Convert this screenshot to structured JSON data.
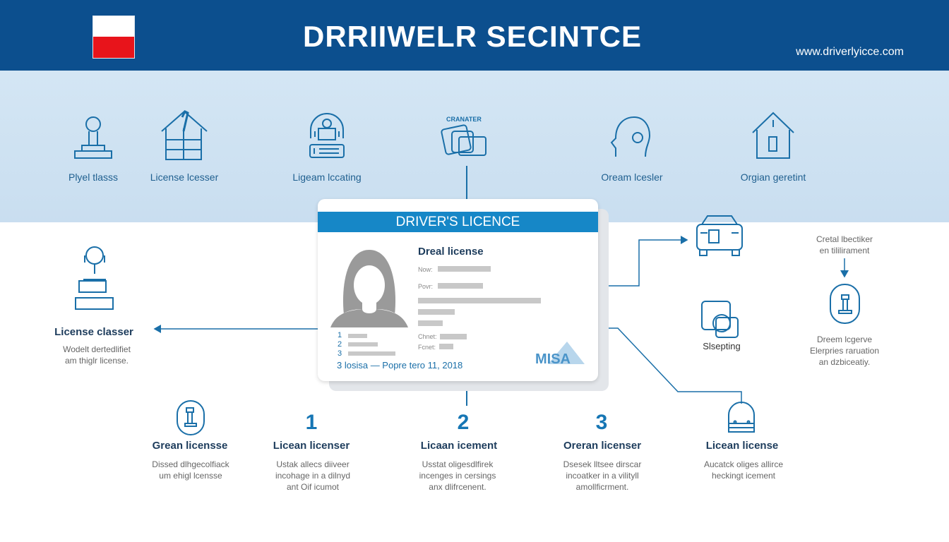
{
  "header": {
    "title": "DRRIIWELR SECINTCE",
    "url": "www.driverlyicce.com"
  },
  "top_items": [
    {
      "label": "Plyel tlasss",
      "icon": "stamp-icon"
    },
    {
      "label": "License lcesser",
      "icon": "house-icon"
    },
    {
      "label": "Ligeam lccating",
      "icon": "id-person-icon"
    },
    {
      "label": "CRANATER",
      "icon": "documents-icon"
    },
    {
      "label": "Oream lcesler",
      "icon": "head-profile-icon"
    },
    {
      "label": "Orgian geretint",
      "icon": "house-door-icon"
    }
  ],
  "card": {
    "header": "DRIVER'S LICENCE",
    "name": "Dreal license",
    "field1": "Now:",
    "field2": "Povr:",
    "field3": "Chnet:",
    "field4": "Fcnet:",
    "list": [
      "1",
      "2",
      "3"
    ],
    "footer": "3 losisa — Popre tero 11, 2018",
    "logo": "MISA"
  },
  "left": {
    "title": "License classer",
    "desc": [
      "Wodelt dertedlifiet",
      "am thiglr license."
    ]
  },
  "right": {
    "top_desc": [
      "Cretal lbectiker",
      "en tililirament"
    ],
    "sleeping": "Slsepting",
    "bottom_desc": [
      "Dreem lcgerve",
      "Elerpries raruation",
      "an dzbiceatiy."
    ]
  },
  "bottom": [
    {
      "marker": "",
      "title": "Grean licensse",
      "desc": [
        "Dissed dlhgecolfiack",
        "um ehigl lcensse"
      ]
    },
    {
      "marker": "1",
      "title": "Licean licenser",
      "desc": [
        "Ustak allecs diiveer",
        "incohage in a dilnyd",
        "ant Oif icumot"
      ]
    },
    {
      "marker": "2",
      "title": "Licaan icement",
      "desc": [
        "Usstat oligesdlfirek",
        "incenges in cersings",
        "anx dlifrcenent."
      ]
    },
    {
      "marker": "3",
      "title": "Oreran licenser",
      "desc": [
        "Dsesek lltsee dirscar",
        "incoatker in a vilityll",
        "amollficrment."
      ]
    },
    {
      "marker": "",
      "title": "Licean license",
      "desc": [
        "Aucatck oliges allirce",
        "heckingt icement"
      ]
    }
  ],
  "colors": {
    "header": "#0c4f8e",
    "accent": "#1687c7",
    "band": "#cfe2f2",
    "flag_red": "#e8141b"
  }
}
